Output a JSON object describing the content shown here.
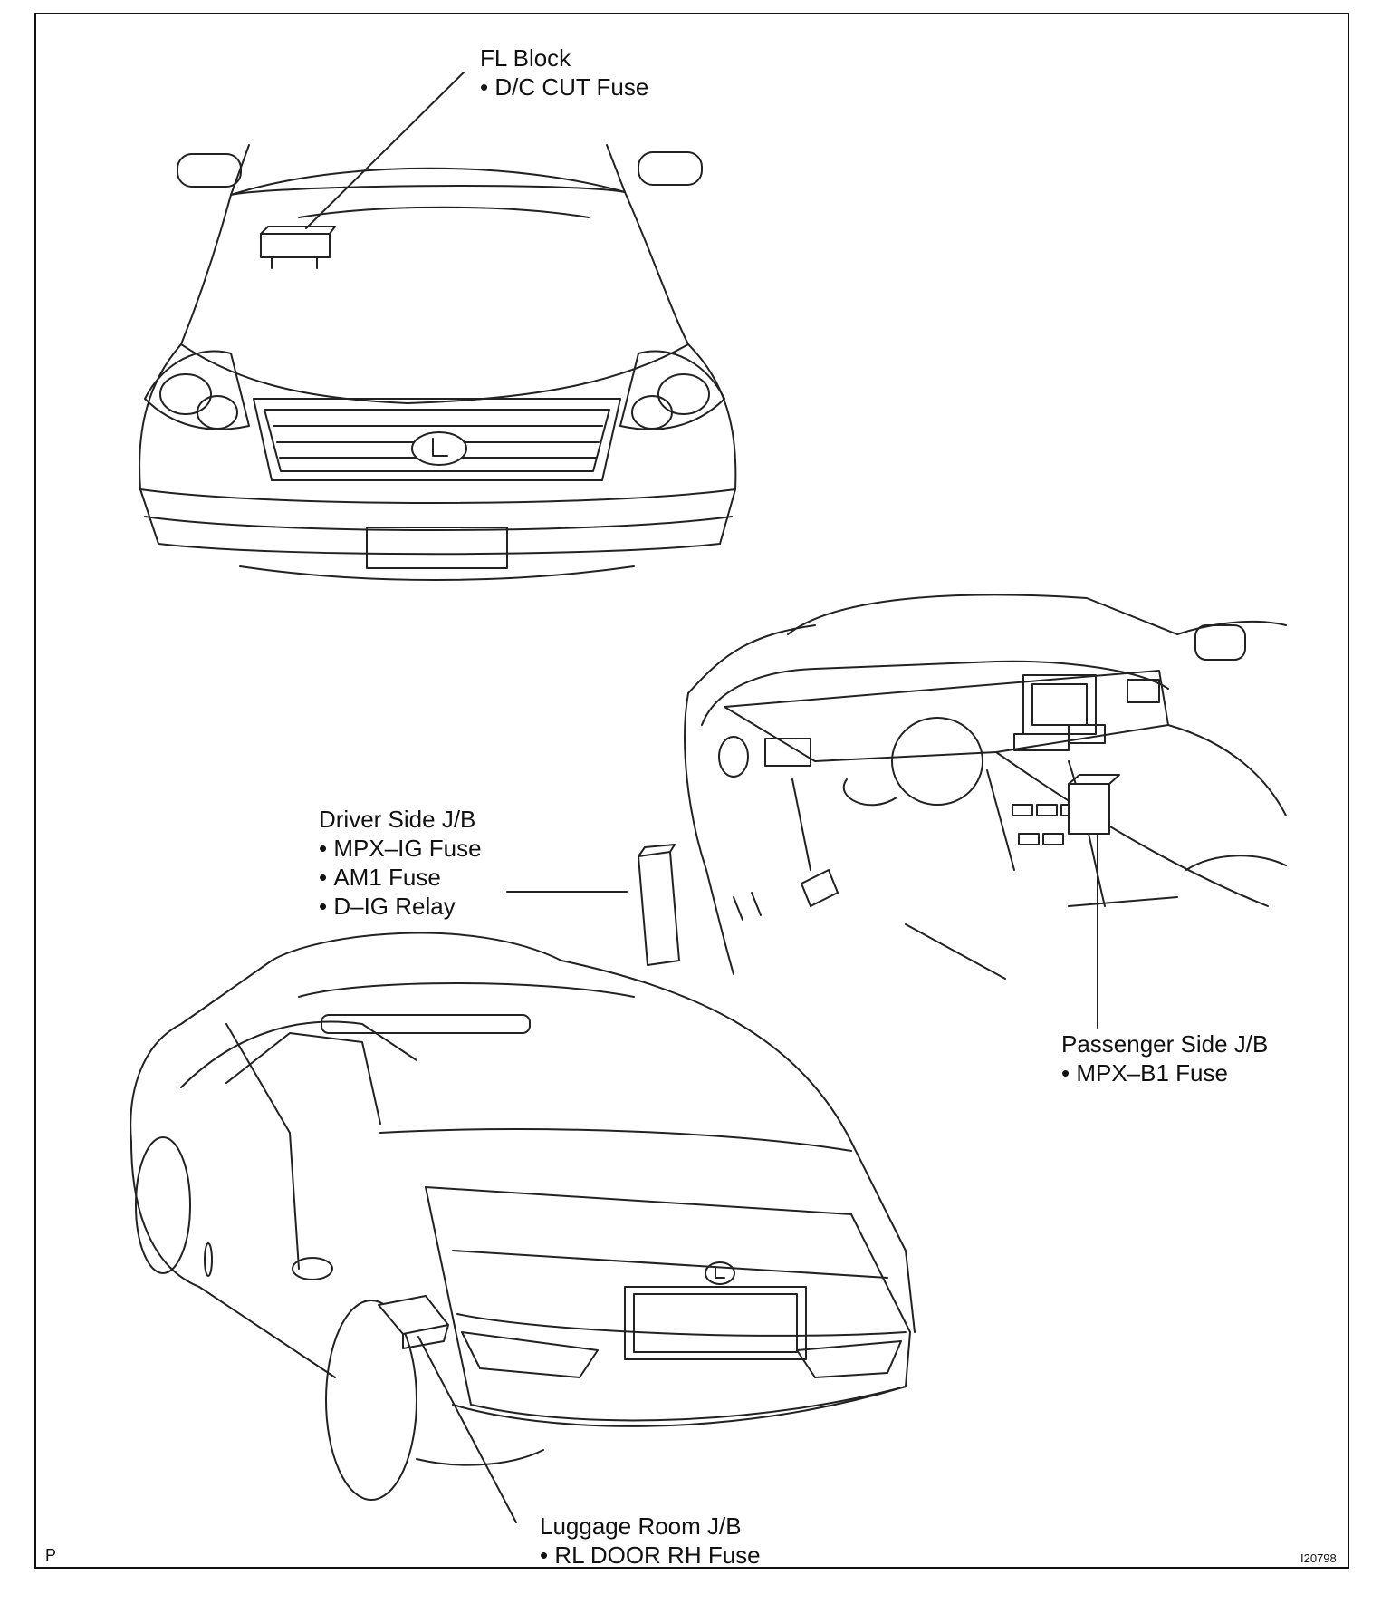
{
  "labels": {
    "fl_block": {
      "title": "FL Block",
      "items": [
        "D/C CUT Fuse"
      ]
    },
    "driver_jb": {
      "title": "Driver Side J/B",
      "items": [
        "MPX–IG Fuse",
        "AM1 Fuse",
        "D–IG Relay"
      ]
    },
    "passenger_jb": {
      "title": "Passenger Side J/B",
      "items": [
        "MPX–B1 Fuse"
      ]
    },
    "luggage_jb": {
      "title": "Luggage Room J/B",
      "items": [
        "RL DOOR RH Fuse"
      ]
    }
  },
  "corner_letter": "P",
  "figure_code": "I20798"
}
